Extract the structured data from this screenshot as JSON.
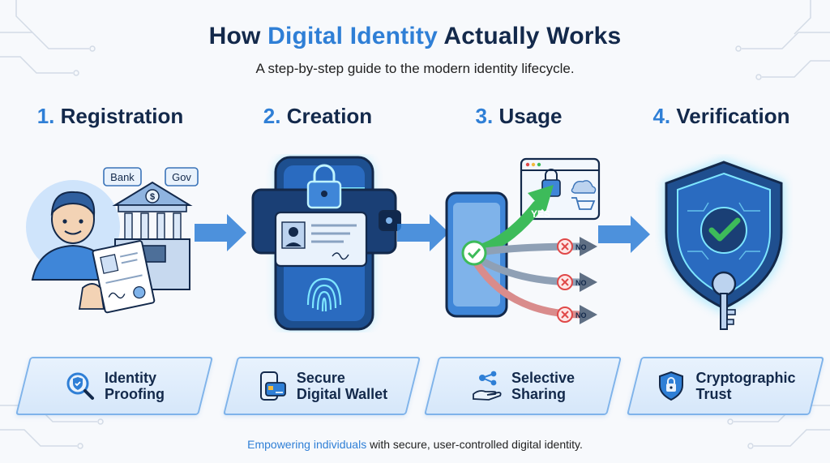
{
  "title": {
    "prefix": "How ",
    "accent": "Digital Identity",
    "suffix": " Actually Works"
  },
  "subtitle": "A step-by-step guide to the modern identity lifecycle.",
  "steps": [
    {
      "number": "1.",
      "name": "Registration",
      "card_label": "Identity\nProofing",
      "card_icon": "magnifier-shield-icon"
    },
    {
      "number": "2.",
      "name": "Creation",
      "card_label": "Secure\nDigital Wallet",
      "card_icon": "wallet-card-icon"
    },
    {
      "number": "3.",
      "name": "Usage",
      "card_label": "Selective\nSharing",
      "card_icon": "hand-share-icon"
    },
    {
      "number": "4.",
      "name": "Verification",
      "card_label": "Cryptographic\nTrust",
      "card_icon": "shield-lock-icon"
    }
  ],
  "illustration": {
    "bank_label": "Bank",
    "gov_label": "Gov",
    "currency_symbol": "$",
    "yes_label": "YES",
    "no_label": "NO"
  },
  "footer": {
    "accent": "Empowering individuals",
    "rest": " with secure, user-controlled digital identity."
  },
  "colors": {
    "accent": "#2f7fd6",
    "navy": "#13294b",
    "green": "#3dbb5a",
    "red": "#e04848",
    "glow": "#4fd4ff"
  }
}
